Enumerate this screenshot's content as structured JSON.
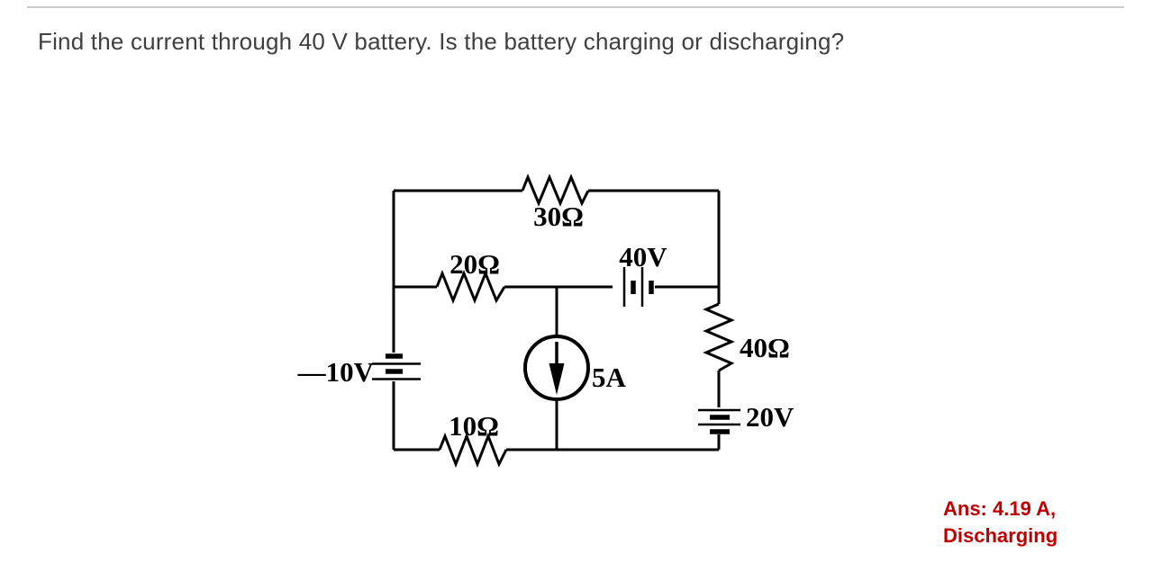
{
  "question": "Find the current through 40 V battery. Is the battery charging or discharging?",
  "circuit": {
    "type": "dc-circuit-diagram",
    "labels": {
      "r30": "30Ω",
      "r20": "20Ω",
      "r10": "10Ω",
      "r40": "40Ω",
      "v40": "40V",
      "v20": "20V",
      "v10": "—10V",
      "i5": "5A"
    },
    "components": [
      {
        "id": "r30",
        "kind": "resistor",
        "value": "30Ω",
        "position": "top-branch",
        "orientation": "horizontal"
      },
      {
        "id": "r20",
        "kind": "resistor",
        "value": "20Ω",
        "position": "middle-branch-left",
        "orientation": "horizontal"
      },
      {
        "id": "v40",
        "kind": "battery",
        "value": "40V",
        "position": "middle-branch-right",
        "orientation": "vertical-plates"
      },
      {
        "id": "v10",
        "kind": "battery",
        "value": "—10V",
        "position": "left-branch",
        "orientation": "horizontal-plates"
      },
      {
        "id": "i5",
        "kind": "current-source",
        "value": "5A",
        "position": "center-branch",
        "direction": "down"
      },
      {
        "id": "r40",
        "kind": "resistor",
        "value": "40Ω",
        "position": "right-branch",
        "orientation": "vertical"
      },
      {
        "id": "v20",
        "kind": "battery",
        "value": "20V",
        "position": "right-branch-bottom",
        "orientation": "horizontal-plates"
      },
      {
        "id": "r10",
        "kind": "resistor",
        "value": "10Ω",
        "position": "bottom-branch",
        "orientation": "horizontal"
      }
    ]
  },
  "answer": {
    "line1": "Ans: 4.19 A,",
    "line2": "Discharging"
  },
  "colors": {
    "answer_red": "#C00000",
    "title_gray": "#3F3F3F",
    "circuit_black": "#000000",
    "divider_gray": "#C9C9C9"
  }
}
